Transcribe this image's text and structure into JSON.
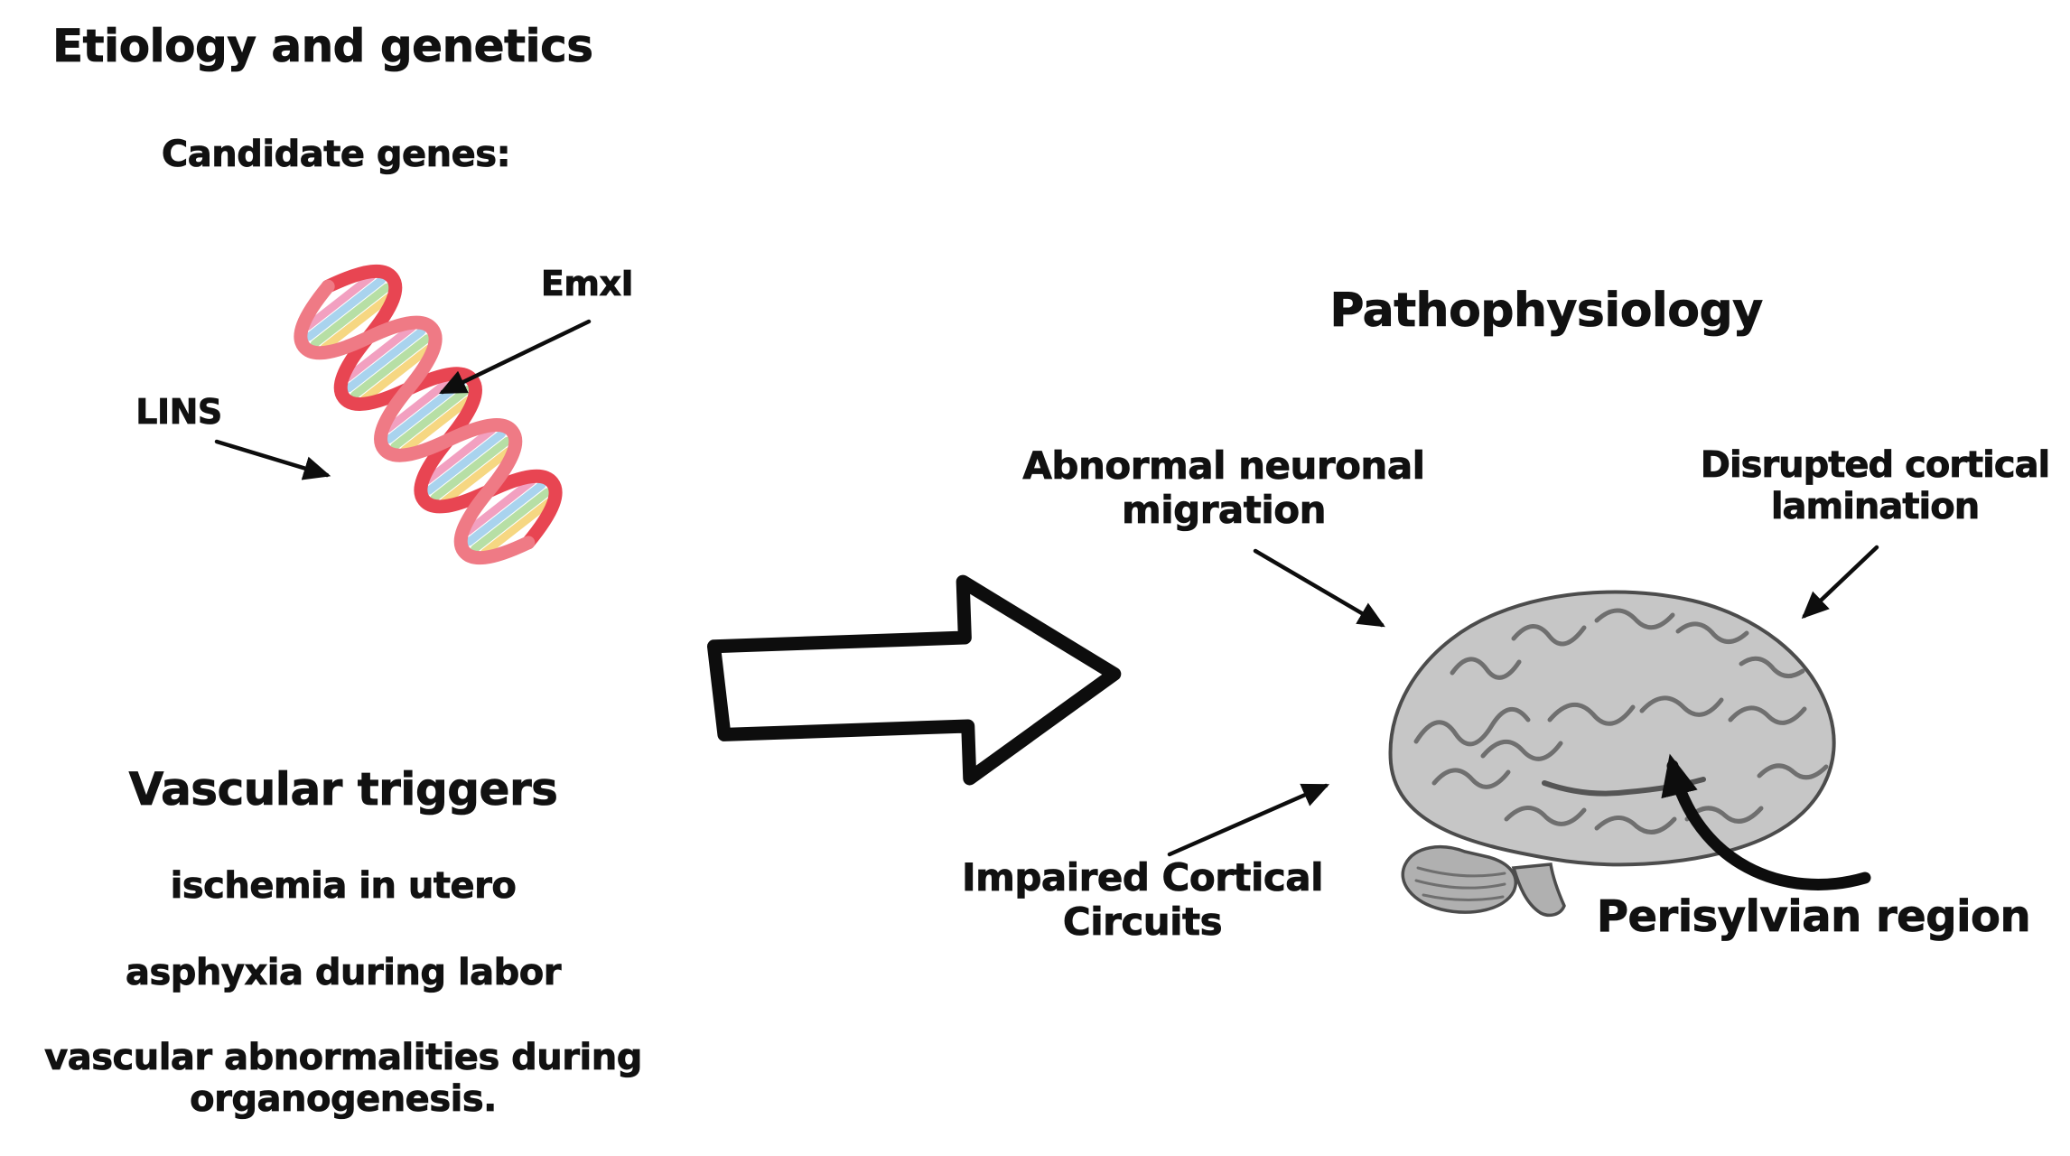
{
  "canvas": {
    "background": "#ffffff"
  },
  "etiology": {
    "title": "Etiology and genetics",
    "subtitle": "Candidate genes:",
    "gene_emx1": "EmxI",
    "gene_lins": "LINS",
    "vascular_title": "Vascular triggers",
    "vascular_items": [
      "ischemia in utero",
      "asphyxia during labor",
      "vascular abnormalities during organogenesis."
    ]
  },
  "pathophysiology": {
    "title": "Pathophysiology",
    "label_abnormal_migration": "Abnormal neuronal migration",
    "label_disrupted_lamination": "Disrupted cortical lamination",
    "label_impaired_circuits": "Impaired Cortical Circuits",
    "label_perisylvian": "Perisylvian region"
  },
  "icons": {
    "dna": "dna-double-helix-illustration",
    "brain": "brain-lateral-view-illustration",
    "transition_arrow": "large-right-arrow"
  },
  "colors": {
    "text": "#111111",
    "arrow": "#0d0d0d",
    "dna_strand": "#e84552",
    "dna_strand_light": "#ef7a85",
    "dna_stripes": [
      "#f2a0c0",
      "#a9d3ee",
      "#b7dfa5",
      "#f6d782"
    ],
    "brain_fill": "#c6c6c6",
    "brain_fill_dark": "#b0b0b0",
    "brain_outline": "#4c4c4c",
    "brain_line": "#6f6f6f"
  }
}
